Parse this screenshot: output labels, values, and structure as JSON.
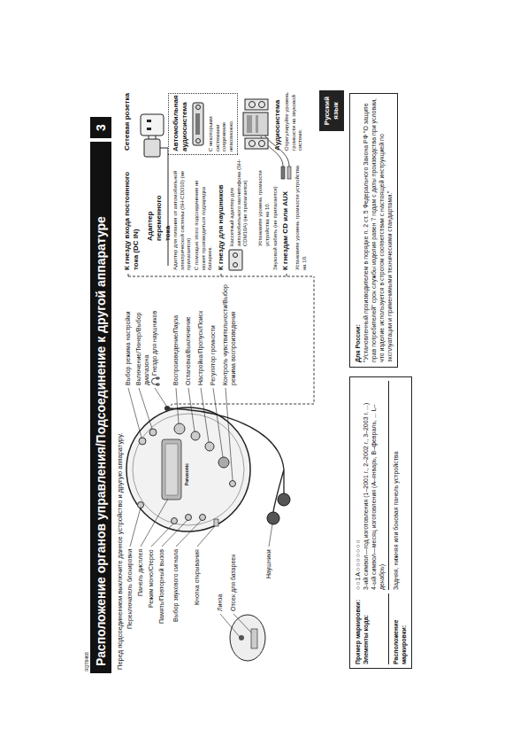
{
  "diagram": {
    "title": "Расположение органов управления/Подсоединение к другой аппаратуре",
    "nodes": [
      {
        "text": [
          "3"
        ]
      },
      {
        "text": [
          "Автомобильная аудиосистема",
          "С некоторыми системами соединение невозможно."
        ]
      },
      {
        "text": [
          "Русский язык"
        ]
      },
      {
        "text": [
          "Пример маркировки:",
          "○○1А○○○○○○○",
          "Элементы кода:",
          "3-ий символ—год изготовления (1–2001 г., 2–2002 г., 3–2003 г. ...)",
          "4-ый символ—месяц изготовления (А–январь, В–февраль, ... L–декабрь)",
          "Расположение маркировки:",
          "Задняя, нижняя или боковая панель устройства"
        ]
      },
      {
        "text": [
          "Для России:",
          "\"Установленный производителем в порядке п. 2 ст. 5 Федерального Закона РФ \"О защите прав потребителей\" срок службы изделия равен 7 годам с даты производства при условии, что изделие используется в строгом соответствии с настоящей инструкцией по эксплуатации и применимыми техническими стандартами.\""
        ]
      }
    ],
    "labels": [
      "RQT6468",
      "Перед подсоединением выключите данное устройство и другую аппаратуру.",
      "Переключатель блокировки",
      "Панель дисплея",
      "Режим моно/Стерео",
      "Память/Повторный вызов",
      "Выбор звукового сигнала",
      "Кнопка открывания",
      "Линза",
      "Отсек для батареек",
      "Наушники",
      "Panasonic",
      "Выбор режима настройки",
      "Включение/Тюнер/Выбор диапазона",
      "Гнездо для наушников",
      "Воспроизведение/Пауза",
      "Остановка/Выключение",
      "Настройка/Пропуск/Поиск",
      "Регулятор громкости",
      "Контроль чувствительности/Выбор режима воспроизведения",
      "К гнезду входа постоянного тока (DC IN)",
      "Адаптер переменного тока",
      "Сетевая розетка",
      "Адаптер для питания от автомобильной электрической системы (SH-CDD10) (не прилагается)",
      "С помощью этого подсоединения не может производиться подзарядка батареек.",
      "К гнезду для наушников",
      "Кассетный адаптер для автомобильного магнитофона (SH-CDM10A) (не прилагается)",
      "Установите уровень громкости устройства на 10.",
      "Звуковой кабель (не прилагается)",
      "К гнездам CD или AUX",
      "Установите уровень громкости устройства на 10.",
      "Аудиосистема",
      "Отрегулируйте уровень громкости на звуковой системе."
    ]
  }
}
